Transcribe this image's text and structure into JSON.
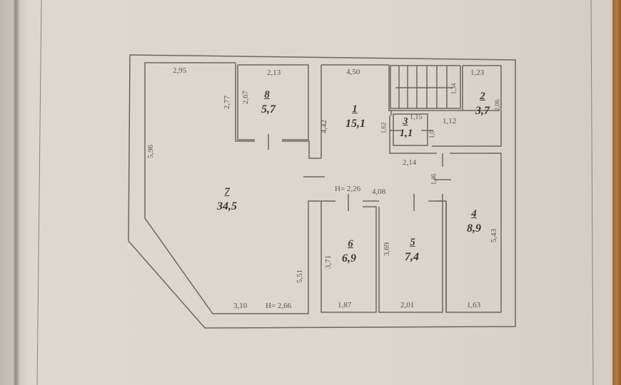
{
  "plan": {
    "rooms": [
      {
        "num": "1",
        "area": "15,1"
      },
      {
        "num": "2",
        "area": "3,7"
      },
      {
        "num": "3",
        "area": "1,1"
      },
      {
        "num": "4",
        "area": "8,9"
      },
      {
        "num": "5",
        "area": "7,4"
      },
      {
        "num": "6",
        "area": "6,9"
      },
      {
        "num": "7",
        "area": "34,5"
      },
      {
        "num": "8",
        "area": "5,7"
      }
    ],
    "dimensions": {
      "r7_top": "2,95",
      "r7_left": "5,96",
      "r7_inner_right_top": "2,77",
      "r7_right_bottom": "5,51",
      "r7_bottom": "3,10",
      "r7_height": "H= 2,66",
      "r8_top": "2,13",
      "r8_left": "2,67",
      "r1_top": "4,50",
      "r1_left": "4,42",
      "r1_stair": "1,34",
      "r2_top": "1,23",
      "r2_right": "2,06",
      "r3_top": "1,15",
      "r3_left": "1,62",
      "r3_right": "1,0",
      "r2_bottom": "1,12",
      "hall_top": "2,14",
      "hall_door": "1,46",
      "hall_height": "H= 2,26",
      "hall_len": "4,08",
      "r6_left": "3,71",
      "r6_bottom": "1,87",
      "r5_left": "3,69",
      "r5_bottom": "2,01",
      "r4_right": "5,43",
      "r4_bottom": "1,63"
    }
  }
}
